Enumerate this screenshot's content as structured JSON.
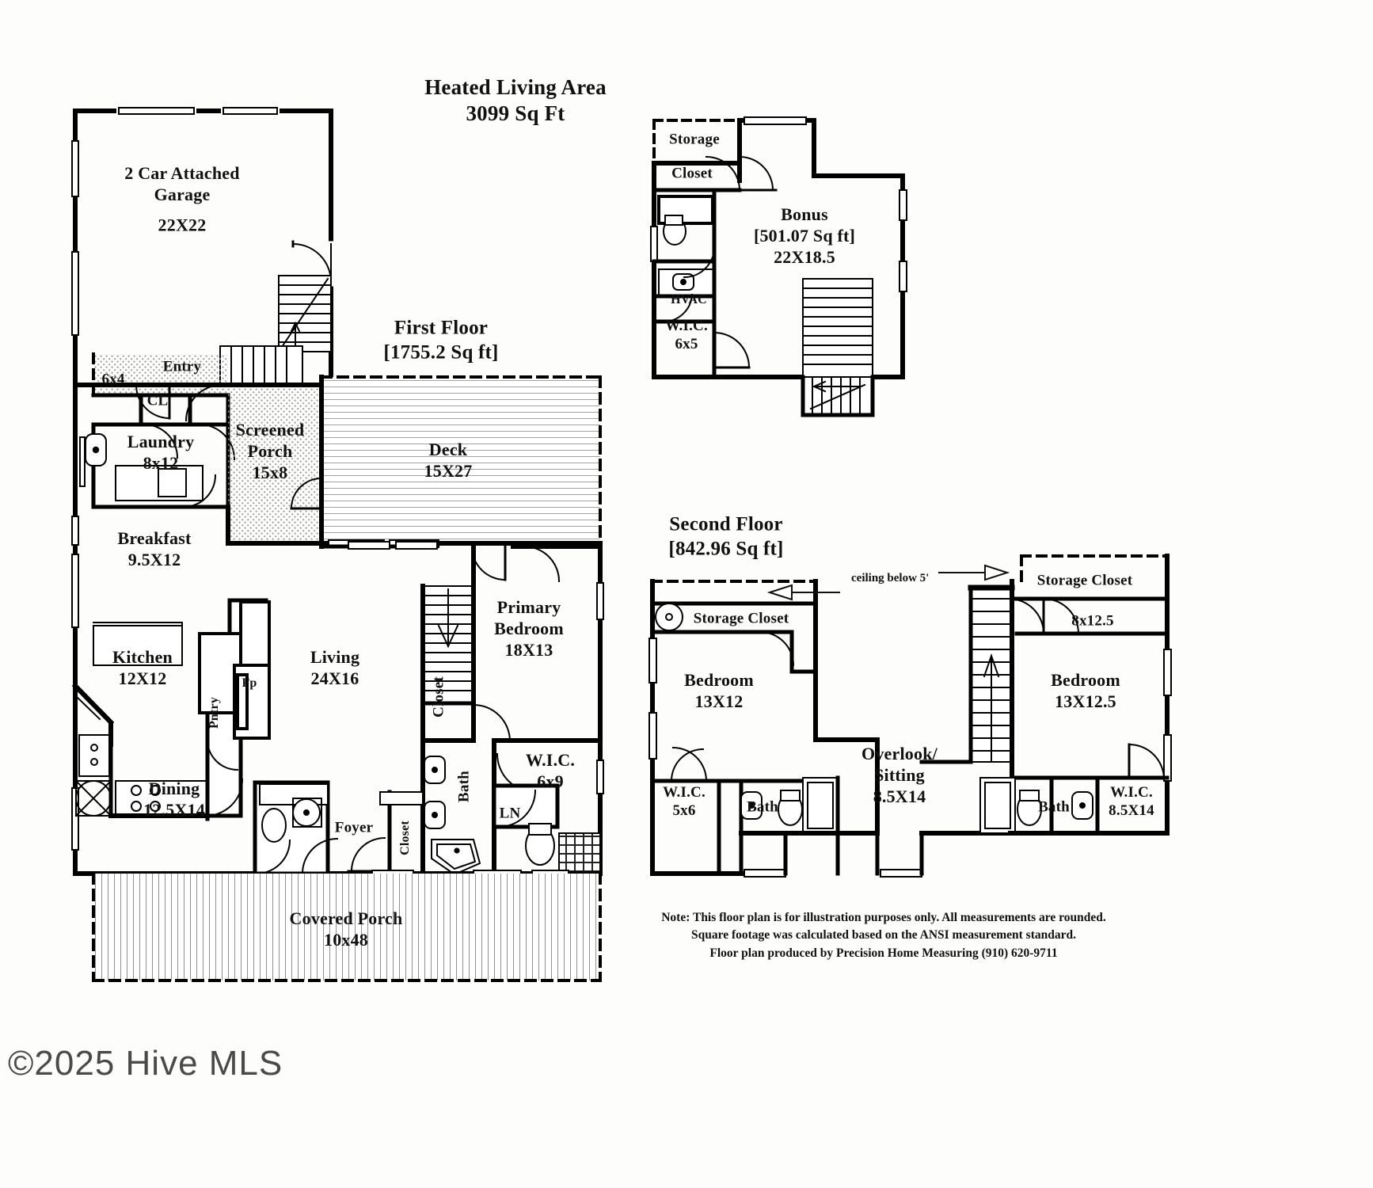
{
  "document": {
    "heading_line1": "Heated Living Area",
    "heading_line2": "3099 Sq Ft",
    "copyright": "©2025 Hive MLS"
  },
  "floors": {
    "first": {
      "label_line1": "First Floor",
      "label_line2": "[1755.2 Sq ft]"
    },
    "bonus": {
      "name": "Bonus",
      "area": "[501.07 Sq ft]",
      "dimensions": "22X18.5"
    },
    "second": {
      "label_line1": "Second Floor",
      "label_line2": "[842.96 Sq ft]"
    }
  },
  "first_floor_rooms": [
    {
      "name": "2 Car Attached\nGarage",
      "dimensions": "22X22"
    },
    {
      "name": "Entry",
      "dimensions": "6x4"
    },
    {
      "name": "CL",
      "dimensions": ""
    },
    {
      "name": "Laundry",
      "dimensions": "8x12"
    },
    {
      "name": "Screened\nPorch",
      "dimensions": "15x8"
    },
    {
      "name": "Deck",
      "dimensions": "15X27"
    },
    {
      "name": "Breakfast",
      "dimensions": "9.5X12"
    },
    {
      "name": "Kitchen",
      "dimensions": "12X12"
    },
    {
      "name": "Pntry",
      "dimensions": ""
    },
    {
      "name": "Fp",
      "dimensions": ""
    },
    {
      "name": "Living",
      "dimensions": "24X16"
    },
    {
      "name": "Primary\nBedroom",
      "dimensions": "18X13"
    },
    {
      "name": "Closet",
      "dimensions": ""
    },
    {
      "name": "Bath",
      "dimensions": ""
    },
    {
      "name": "W.I.C.",
      "dimensions": "6x9"
    },
    {
      "name": "LN",
      "dimensions": ""
    },
    {
      "name": "Dining",
      "dimensions": "12.5X14"
    },
    {
      "name": "Foyer",
      "dimensions": ""
    },
    {
      "name": "Closet",
      "dimensions": ""
    },
    {
      "name": "Covered Porch",
      "dimensions": "10x48"
    }
  ],
  "bonus_floor_rooms": [
    {
      "name": "Storage",
      "dimensions": ""
    },
    {
      "name": "Closet",
      "dimensions": ""
    },
    {
      "name": "HVAC",
      "dimensions": ""
    },
    {
      "name": "W.I.C.",
      "dimensions": "6x5"
    }
  ],
  "second_floor_rooms": [
    {
      "name": "Storage Closet",
      "dimensions": ""
    },
    {
      "name": "Bedroom",
      "dimensions": "13X12"
    },
    {
      "name": "W.I.C.",
      "dimensions": "5x6"
    },
    {
      "name": "Bath",
      "dimensions": ""
    },
    {
      "name": "Overlook/\nSitting",
      "dimensions": "8.5X14"
    },
    {
      "name": "Storage Closet",
      "dimensions": "8x12.5"
    },
    {
      "name": "Bedroom",
      "dimensions": "13X12.5"
    },
    {
      "name": "Bath",
      "dimensions": ""
    },
    {
      "name": "W.I.C.",
      "dimensions": "8.5X14"
    }
  ],
  "annotations": {
    "ceiling_below": "ceiling below 5'"
  },
  "labels": {
    "garage": "2 Car Attached\nGarage",
    "garage_dim": "22X22",
    "entry": "Entry",
    "entry_dim": "6x4",
    "cl": "CL",
    "laundry": "Laundry\n8x12",
    "screened_porch": "Screened\nPorch\n15x8",
    "deck": "Deck\n15X27",
    "breakfast": "Breakfast\n9.5X12",
    "kitchen": "Kitchen\n12X12",
    "pntry": "Pntry",
    "fp": "Fp",
    "living": "Living\n24X16",
    "primary_bedroom": "Primary\nBedroom\n18X13",
    "closet_primary": "Closet",
    "bath_primary": "Bath",
    "wic_primary": "W.I.C.\n6x9",
    "ln": "LN",
    "dining": "Dining\n12.5X14",
    "foyer": "Foyer",
    "closet_foyer": "Closet",
    "covered_porch": "Covered Porch\n10x48",
    "storage_bonus": "Storage",
    "closet_bonus": "Closet",
    "bonus": "Bonus\n[501.07 Sq ft]\n22X18.5",
    "hvac": "HVAC",
    "wic_bonus": "W.I.C.\n6x5",
    "storage_closet_left": "Storage Closet",
    "bedroom_left": "Bedroom\n13X12",
    "wic_left": "W.I.C.\n5x6",
    "bath_left": "Bath",
    "overlook": "Overlook/\nSitting\n8.5X14",
    "storage_closet_right": "Storage Closet",
    "storage_closet_right_dim": "8x12.5",
    "bedroom_right": "Bedroom\n13X12.5",
    "bath_right": "Bath",
    "wic_right": "W.I.C.\n8.5X14",
    "first_floor": "First Floor\n[1755.2 Sq ft]",
    "second_floor": "Second Floor\n[842.96 Sq ft]",
    "heated": "Heated Living Area\n3099 Sq Ft"
  },
  "footer_note": "Note: This floor plan is for illustration purposes only. All measurements are rounded.\nSquare footage was calculated based on the ANSI measurement standard.\nFloor plan produced by Precision Home Measuring (910) 620-9711"
}
